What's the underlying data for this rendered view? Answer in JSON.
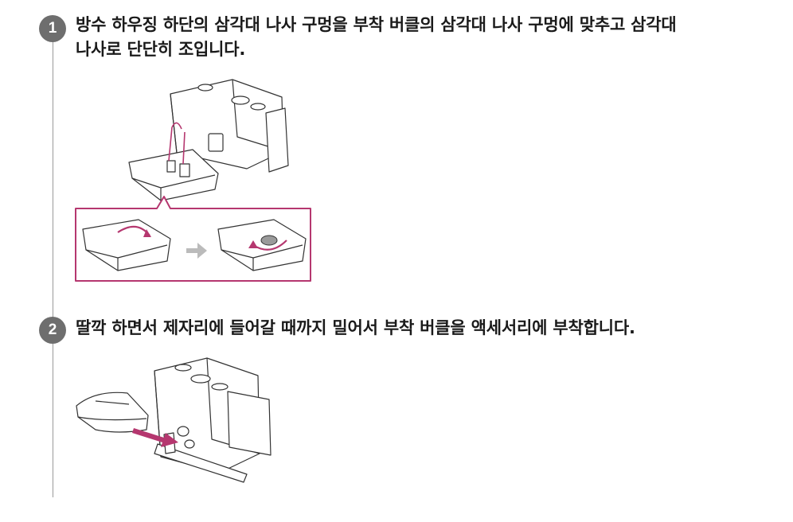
{
  "steps": [
    {
      "number": "1",
      "lines": [
        "방수 하우징 하단의 삼각대 나사 구멍을 부착 버클의 삼각대 나사 구멍에 맞추고 삼각대",
        "나사로 단단히 조입니다."
      ]
    },
    {
      "number": "2",
      "lines": [
        "딸깍 하면서 제자리에 들어갈 때까지 밀어서 부착 버클을 액세서리에 부착합니다."
      ]
    }
  ],
  "colors": {
    "accent": "#b5376f",
    "badge": "#6e6e6e",
    "text": "#1a1a1a",
    "rule": "#9a9a9a",
    "line_art": "#333333",
    "arrow_gray": "#bbbbbb"
  }
}
